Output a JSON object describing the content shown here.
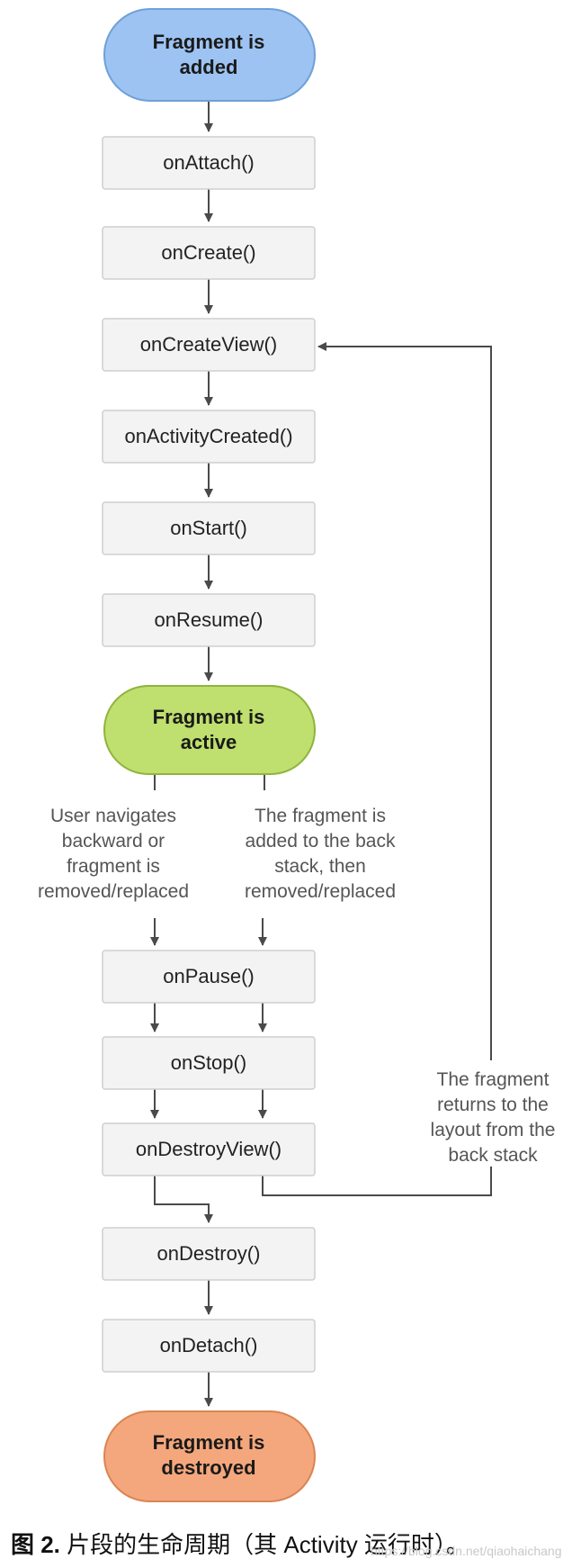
{
  "colors": {
    "start": "#9dc3f2",
    "start_stroke": "#6fa0d8",
    "active": "#bfdf6e",
    "active_stroke": "#8fb43e",
    "end": "#f4a77c",
    "end_stroke": "#d98552",
    "box": "#f3f3f3",
    "edge": "#4a4a4a"
  },
  "nodes": {
    "start": [
      "Fragment is",
      "added"
    ],
    "active": [
      "Fragment is",
      "active"
    ],
    "end": [
      "Fragment is",
      "destroyed"
    ],
    "on_attach": "onAttach()",
    "on_create": "onCreate()",
    "on_create_view": "onCreateView()",
    "on_activity_created": "onActivityCreated()",
    "on_start": "onStart()",
    "on_resume": "onResume()",
    "on_pause": "onPause()",
    "on_stop": "onStop()",
    "on_destroy_view": "onDestroyView()",
    "on_destroy": "onDestroy()",
    "on_detach": "onDetach()"
  },
  "notes": {
    "left": [
      "User navigates",
      "backward or",
      "fragment is",
      "removed/replaced"
    ],
    "right": [
      "The fragment is",
      "added to the back",
      "stack, then",
      "removed/replaced"
    ],
    "loop": [
      "The fragment",
      "returns to the",
      "layout from the",
      "back stack"
    ]
  },
  "caption": {
    "figure": "图 2.",
    "text": " 片段的生命周期（其 Activity 运行时）。"
  },
  "watermark": "https://blog.csdn.net/qiaohaichang"
}
